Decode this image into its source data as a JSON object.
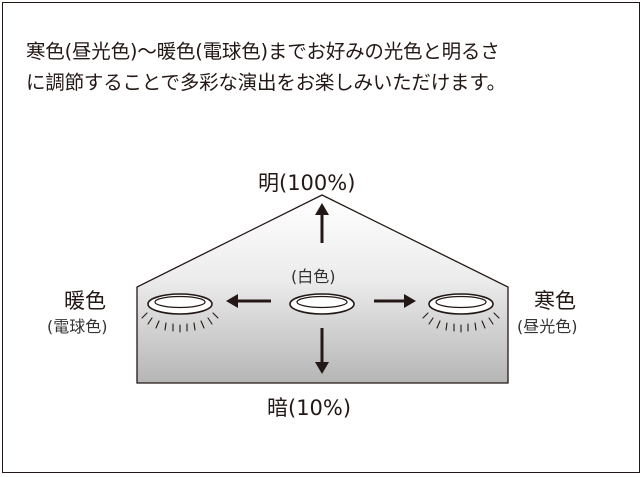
{
  "description": {
    "line1": "寒色(昼光色)～暖色(電球色)までお好みの光色と明るさ",
    "line2": "に調節することで多彩な演出をお楽しみいただけます。"
  },
  "labels": {
    "bright": "明(100%)",
    "dim": "暗(10%)",
    "center": "(白色)",
    "warm": "暖色",
    "warm_sub": "(電球色)",
    "cool": "寒色",
    "cool_sub": "(昼光色)"
  }
}
